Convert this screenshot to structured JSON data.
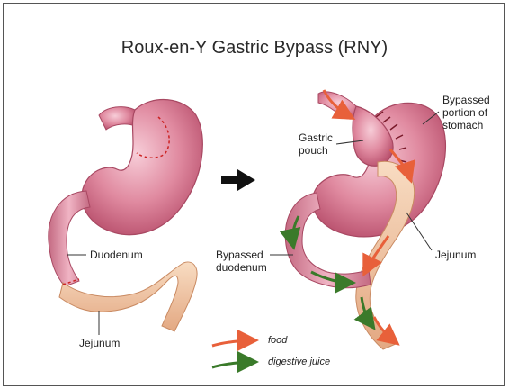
{
  "title": "Roux-en-Y Gastric Bypass (RNY)",
  "before": {
    "labels": {
      "duodenum": "Duodenum",
      "jejunum": "Jejunum"
    }
  },
  "after": {
    "labels": {
      "bypassed_stomach": [
        "Bypassed",
        "portion of",
        "stomach"
      ],
      "gastric_pouch": [
        "Gastric",
        "pouch"
      ],
      "bypassed_duodenum": [
        "Bypassed",
        "duodenum"
      ],
      "jejunum": "Jejunum"
    }
  },
  "legend": [
    {
      "label": "food",
      "color": "#e8603a"
    },
    {
      "label": "digestive juice",
      "color": "#3a7a2a"
    }
  ],
  "colors": {
    "stomach": "#d9708a",
    "stomach_dark": "#b84f6c",
    "intestine": "#f0c4a0",
    "staple_line": "#cc2222"
  }
}
